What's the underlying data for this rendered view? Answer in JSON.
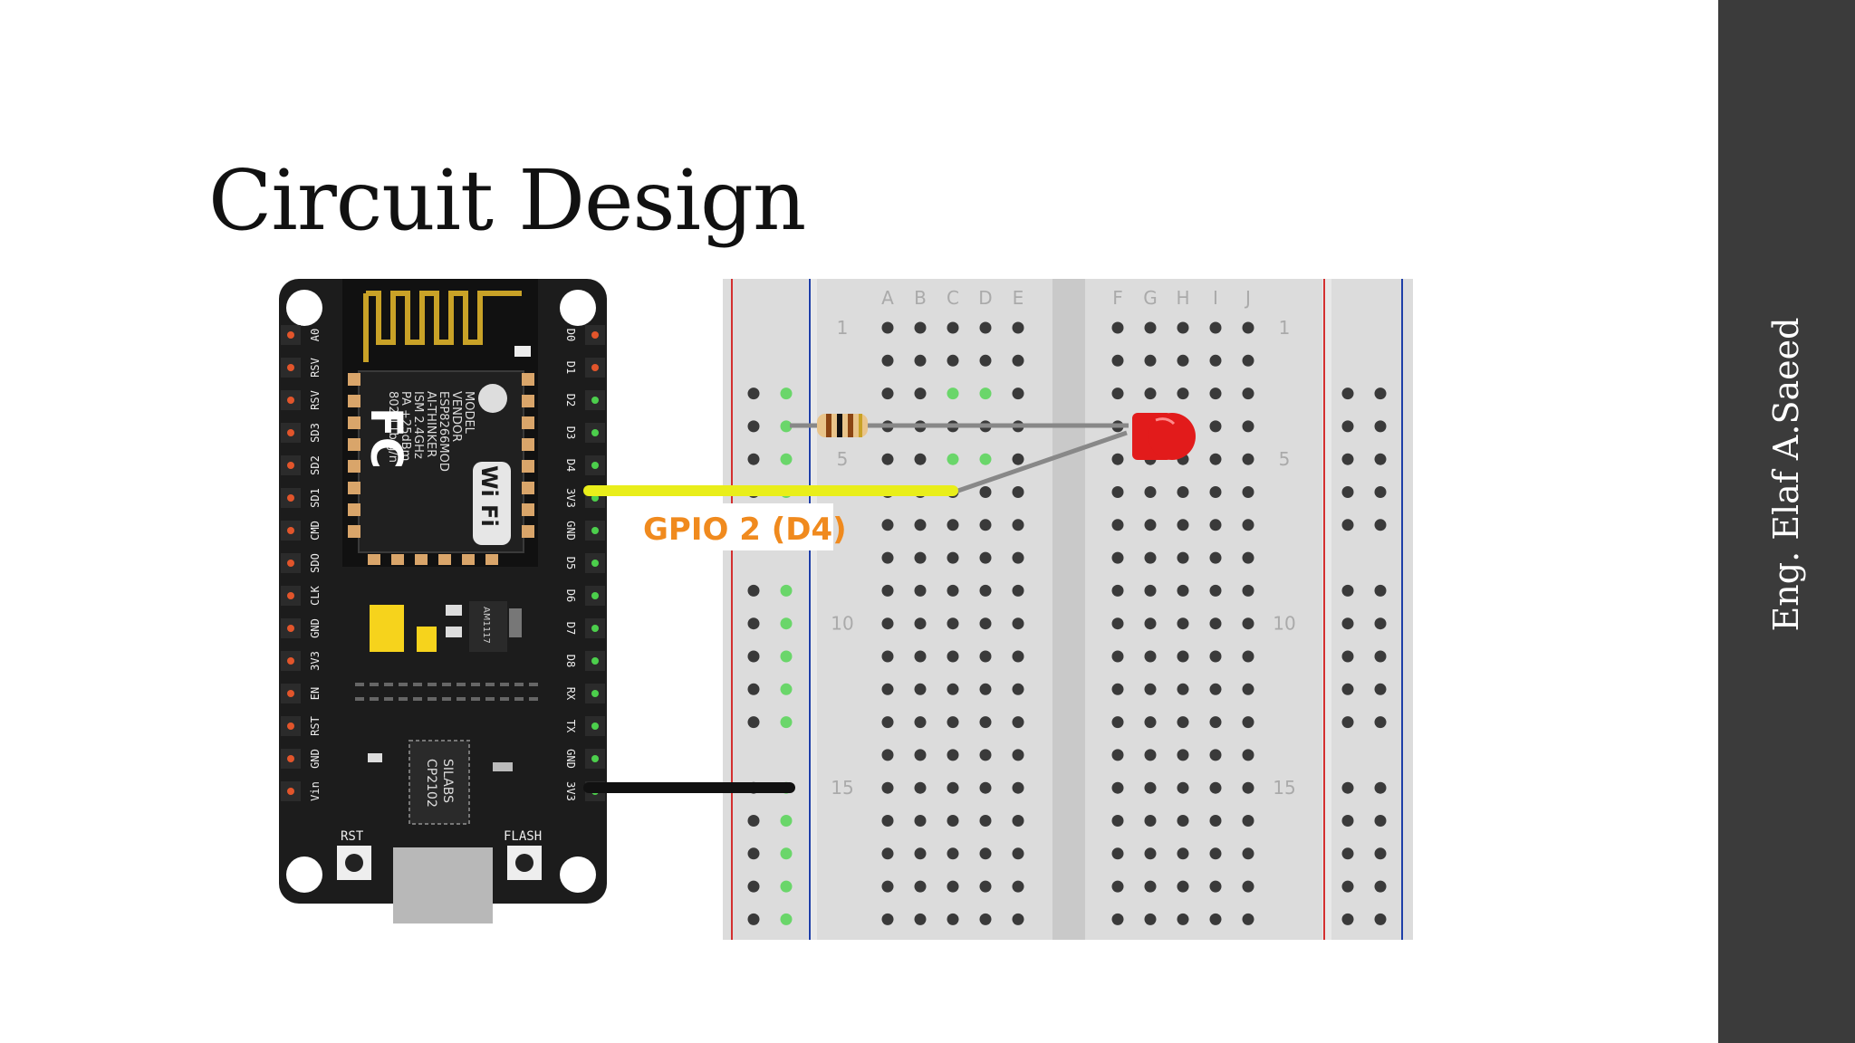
{
  "slide": {
    "title": "Circuit Design",
    "author": "Eng. Elaf A.Saeed"
  },
  "colors": {
    "sidebar": "#3b3b3b",
    "board": "#1c1c1c",
    "breadboard": "#dcdcdc",
    "rail_red": "#d32f2f",
    "rail_blue": "#1e3fa8",
    "wire_signal": "#e9ee1a",
    "wire_ground": "#111111",
    "led": "#e21b1b",
    "label": "#f08a1e"
  },
  "nodemcu": {
    "left_pins": [
      "A0",
      "RSV",
      "RSV",
      "SD3",
      "SD2",
      "SD1",
      "CMD",
      "SDO",
      "CLK",
      "GND",
      "3V3",
      "EN",
      "RST",
      "GND",
      "Vin"
    ],
    "right_pins": [
      "D0",
      "D1",
      "D2",
      "D3",
      "D4",
      "3V3",
      "GND",
      "D5",
      "D6",
      "D7",
      "D8",
      "RX",
      "TX",
      "GND",
      "3V3"
    ],
    "module_text": [
      "MODEL",
      "VENDOR",
      "ESP8266MOD",
      "AI-THINKER",
      "ISM 2.4GHz",
      "PA +25dBm",
      "802.11b/g/n"
    ],
    "fc_logo": "FC",
    "wifi_logo": "Wi Fi",
    "regulator": "AM1117",
    "usb_chip": [
      "SILABS",
      "CP2102"
    ],
    "button_rst": "RST",
    "button_flash": "FLASH"
  },
  "breadboard": {
    "columns_left": [
      "A",
      "B",
      "C",
      "D",
      "E"
    ],
    "columns_right": [
      "F",
      "G",
      "H",
      "I",
      "J"
    ],
    "row_numbers": [
      "1",
      "5",
      "10",
      "15"
    ]
  },
  "annotation": {
    "gpio_label": "GPIO 2 (D4)"
  }
}
